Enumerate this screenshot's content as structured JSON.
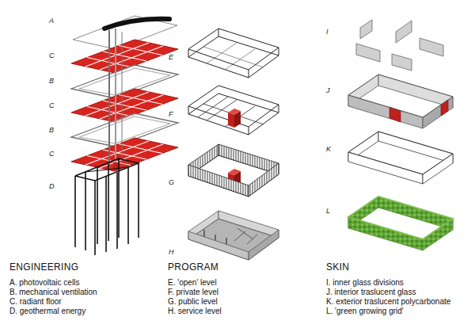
{
  "diagram": {
    "labels": [
      "A",
      "C",
      "B",
      "C",
      "B",
      "C",
      "D",
      "E",
      "F",
      "G",
      "H",
      "I",
      "J",
      "K",
      "L",
      "ENGINEERING",
      "A. photovoltaic cells",
      "B. mechanical ventilation",
      "C. radiant floor",
      "D. geothermal energy",
      "PROGRAM",
      "E. 'open' level",
      "F. private level",
      "G. public level",
      "H. service level",
      "SKIN",
      "I. inner glass divisions",
      "J. interior traslucent glass",
      "K. exterior traslucent polycarbonate",
      "L. 'green growing grid'"
    ]
  }
}
